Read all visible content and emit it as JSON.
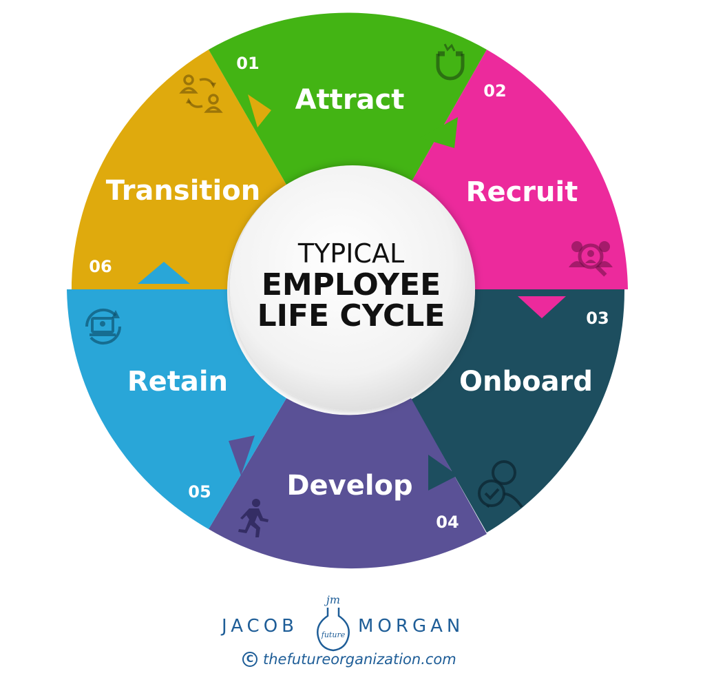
{
  "center": {
    "line1": "TYPICAL",
    "line2": "EMPLOYEE",
    "line3": "LIFE CYCLE"
  },
  "segments": [
    {
      "number": "01",
      "label": "Attract",
      "color": "#43b414",
      "icon": "magnet-icon"
    },
    {
      "number": "02",
      "label": "Recruit",
      "color": "#ec2a9c",
      "icon": "candidate-search-icon"
    },
    {
      "number": "03",
      "label": "Onboard",
      "color": "#1d4e5f",
      "icon": "user-check-icon"
    },
    {
      "number": "04",
      "label": "Develop",
      "color": "#5a5196",
      "icon": "running-person-icon"
    },
    {
      "number": "05",
      "label": "Retain",
      "color": "#29a6d8",
      "icon": "retention-refresh-icon"
    },
    {
      "number": "06",
      "label": "Transition",
      "color": "#dfaa0d",
      "icon": "people-exchange-icon"
    }
  ],
  "brand": {
    "first_name": "JACOB",
    "last_name": "MORGAN",
    "logo_text": "future",
    "logo_monogram": "jm",
    "website": "thefutureorganization.com",
    "color": "#1e5d97"
  }
}
